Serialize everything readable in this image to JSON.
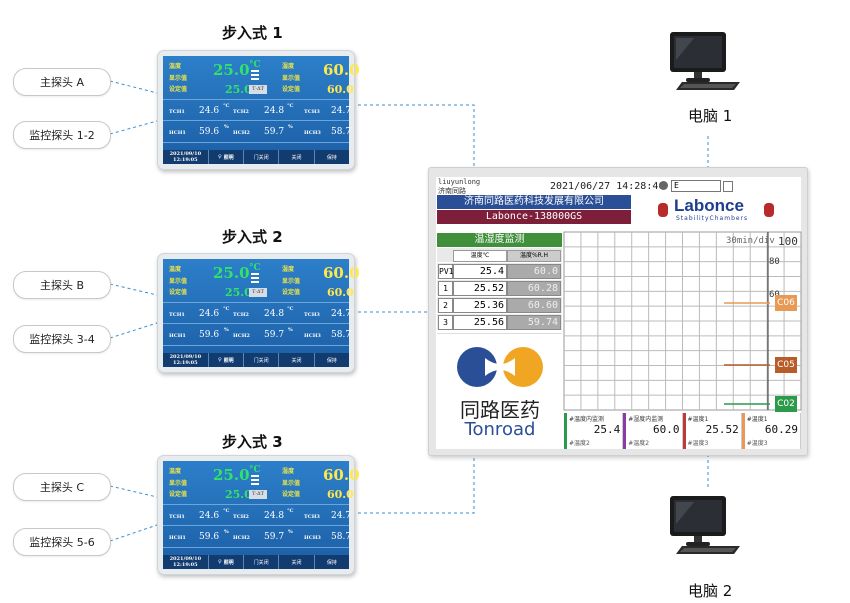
{
  "units": [
    {
      "title": "步入式 1",
      "main_probe": "主探头 A",
      "monitor_probe": "监控探头 1-2"
    },
    {
      "title": "步入式 2",
      "main_probe": "主探头 B",
      "monitor_probe": "监控探头 3-4"
    },
    {
      "title": "步入式 3",
      "main_probe": "主探头 C",
      "monitor_probe": "监控探头 5-6"
    }
  ],
  "hmi": {
    "temp_label": "温度",
    "humid_label": "湿度",
    "display_label": "显示值",
    "set_label": "设定值",
    "temp_display": "25.0",
    "temp_set": "25.0",
    "temp_unit": "°C",
    "humid_display": "60.0",
    "humid_set": "60.0",
    "tch1": "TCH1",
    "tch1_val": "24.6",
    "tch2": "TCH2",
    "tch2_val": "24.8",
    "tch3": "TCH3",
    "tch3_val": "24.7",
    "hch1": "HCH1",
    "hch1_val": "59.6",
    "hch2": "HCH2",
    "hch2_val": "59.7",
    "hch3": "HCH3",
    "hch3_val": "58.7",
    "deg": "°C",
    "pct": "%",
    "date": "2021/09/10",
    "time": "12:19:05",
    "btn_light": "照明",
    "btn_door": "门关闭",
    "btn_off": "关闭",
    "btn_keep": "保持",
    "mode_chip": "T·ΔT"
  },
  "computers": [
    "电脑 1",
    "电脑 2"
  ],
  "recorder": {
    "user": "liuyunlong",
    "org_short": "济南同路",
    "datetime": "2021/06/27 14:28:46",
    "drive": "E",
    "company": "济南同路医药科技发展有限公司",
    "model": "Labonce-138000GS",
    "brand": "Labonce",
    "brand_sub": "StabilityChambers",
    "panel_title": "温湿度监测",
    "col_temp": "温度℃",
    "col_humid": "温度%R.H",
    "rows": [
      {
        "label": "PV1",
        "temp": "25.4",
        "humid": "60.0"
      },
      {
        "label": "1",
        "temp": "25.52",
        "humid": "60.28"
      },
      {
        "label": "2",
        "temp": "25.36",
        "humid": "60.60"
      },
      {
        "label": "3",
        "temp": "25.56",
        "humid": "59.74"
      }
    ],
    "logo_cn": "同路医药",
    "logo_en": "Tonroad",
    "chart_scale": "30min/div",
    "scale_top": "100",
    "scale_80": "80",
    "scale_60": "60",
    "tags": [
      "C06",
      "C05",
      "C02"
    ],
    "bottom": [
      {
        "label": "#温度内监测",
        "value": "25.4",
        "sub": "#温度2"
      },
      {
        "label": "#湿度内监测",
        "value": "60.0",
        "sub": "#温度2"
      },
      {
        "label": "#温度1",
        "value": "25.52",
        "sub": "#温度3"
      },
      {
        "label": "#温度1",
        "value": "60.29",
        "sub": "#温度3"
      }
    ]
  }
}
